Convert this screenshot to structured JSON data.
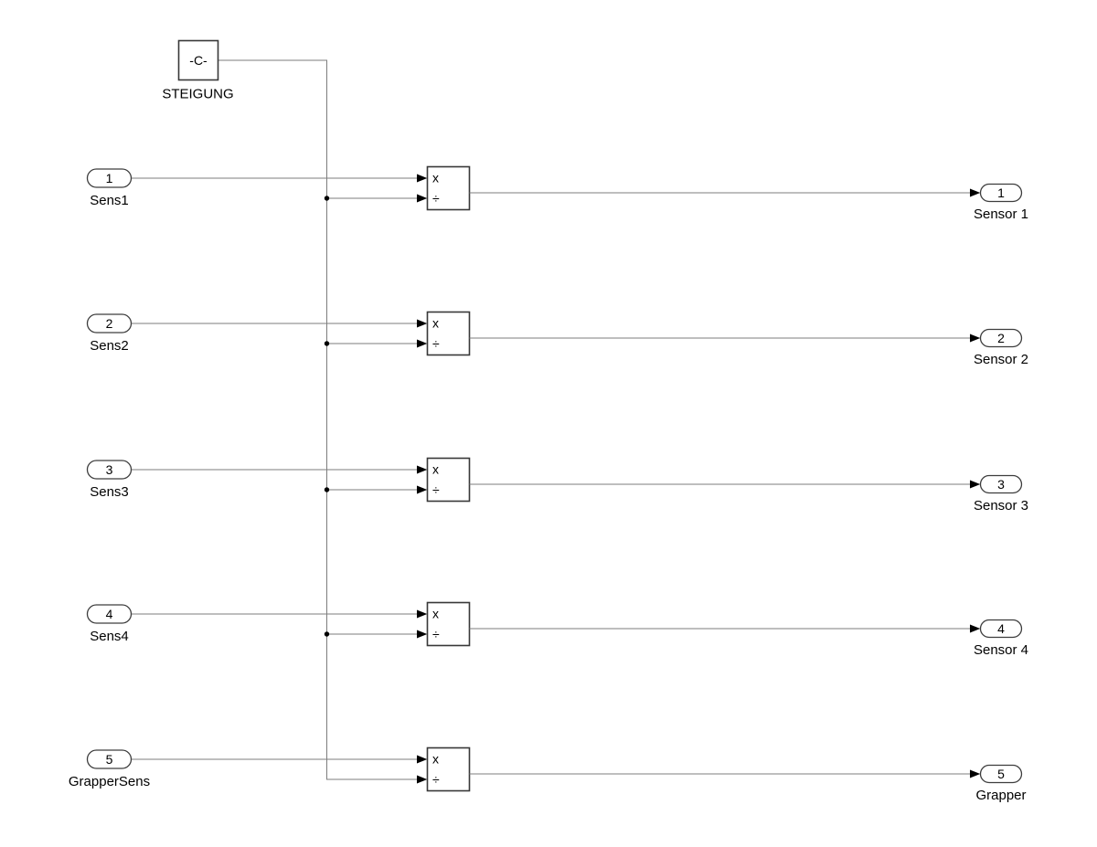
{
  "diagram": {
    "constant": {
      "value": "-C-",
      "label": "STEIGUNG"
    },
    "rows": [
      {
        "input_num": "1",
        "input_label": "Sens1",
        "op_top": "x",
        "op_bottom": "÷",
        "output_num": "1",
        "output_label": "Sensor 1"
      },
      {
        "input_num": "2",
        "input_label": "Sens2",
        "op_top": "x",
        "op_bottom": "÷",
        "output_num": "2",
        "output_label": "Sensor 2"
      },
      {
        "input_num": "3",
        "input_label": "Sens3",
        "op_top": "x",
        "op_bottom": "÷",
        "output_num": "3",
        "output_label": "Sensor 3"
      },
      {
        "input_num": "4",
        "input_label": "Sens4",
        "op_top": "x",
        "op_bottom": "÷",
        "output_num": "4",
        "output_label": "Sensor 4"
      },
      {
        "input_num": "5",
        "input_label": "GrapperSens",
        "op_top": "x",
        "op_bottom": "÷",
        "output_num": "5",
        "output_label": "Grapper"
      }
    ],
    "colors": {
      "background": "#ffffff",
      "wire": "#7d7d7d",
      "block_border": "#383838",
      "port_border": "#3d3d3d",
      "text": "#000000",
      "arrow": "#000000"
    }
  }
}
